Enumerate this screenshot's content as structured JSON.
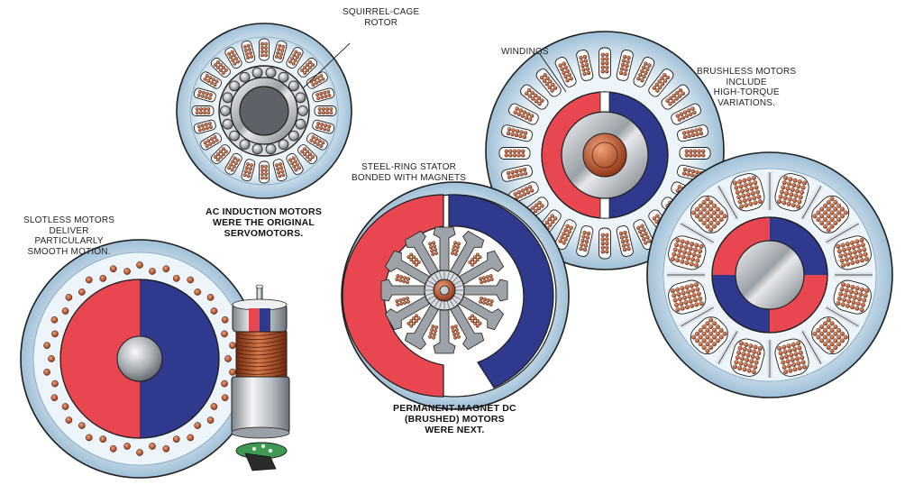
{
  "colors": {
    "red": "#e8474f",
    "blue": "#2f3a8f",
    "copper": "#b34a22",
    "steel": "#c8ccd1",
    "ring": "#a9c7dc",
    "ring_light": "#dceaf3",
    "outline": "#1e1e1e"
  },
  "labels": {
    "squirrel_cage": [
      "SQUIRREL-CAGE",
      "ROTOR"
    ],
    "ac_induction": [
      "AC INDUCTION MOTORS",
      "WERE THE ORIGINAL",
      "SERVOMOTORS."
    ],
    "windings": [
      "WINDINGS"
    ],
    "brushless": [
      "BRUSHLESS MOTORS",
      "INCLUDE",
      "HIGH-TORQUE",
      "VARIATIONS."
    ],
    "steel_ring": [
      "STEEL-RING STATOR",
      "BONDED WITH MAGNETS"
    ],
    "slotless": [
      "SLOTLESS MOTORS",
      "DELIVER",
      "PARTICULARLY",
      "SMOOTH MOTION."
    ],
    "pm_dc": [
      "PERMANENT-MAGNET DC",
      "(BRUSHED) MOTORS",
      "WERE NEXT."
    ]
  }
}
